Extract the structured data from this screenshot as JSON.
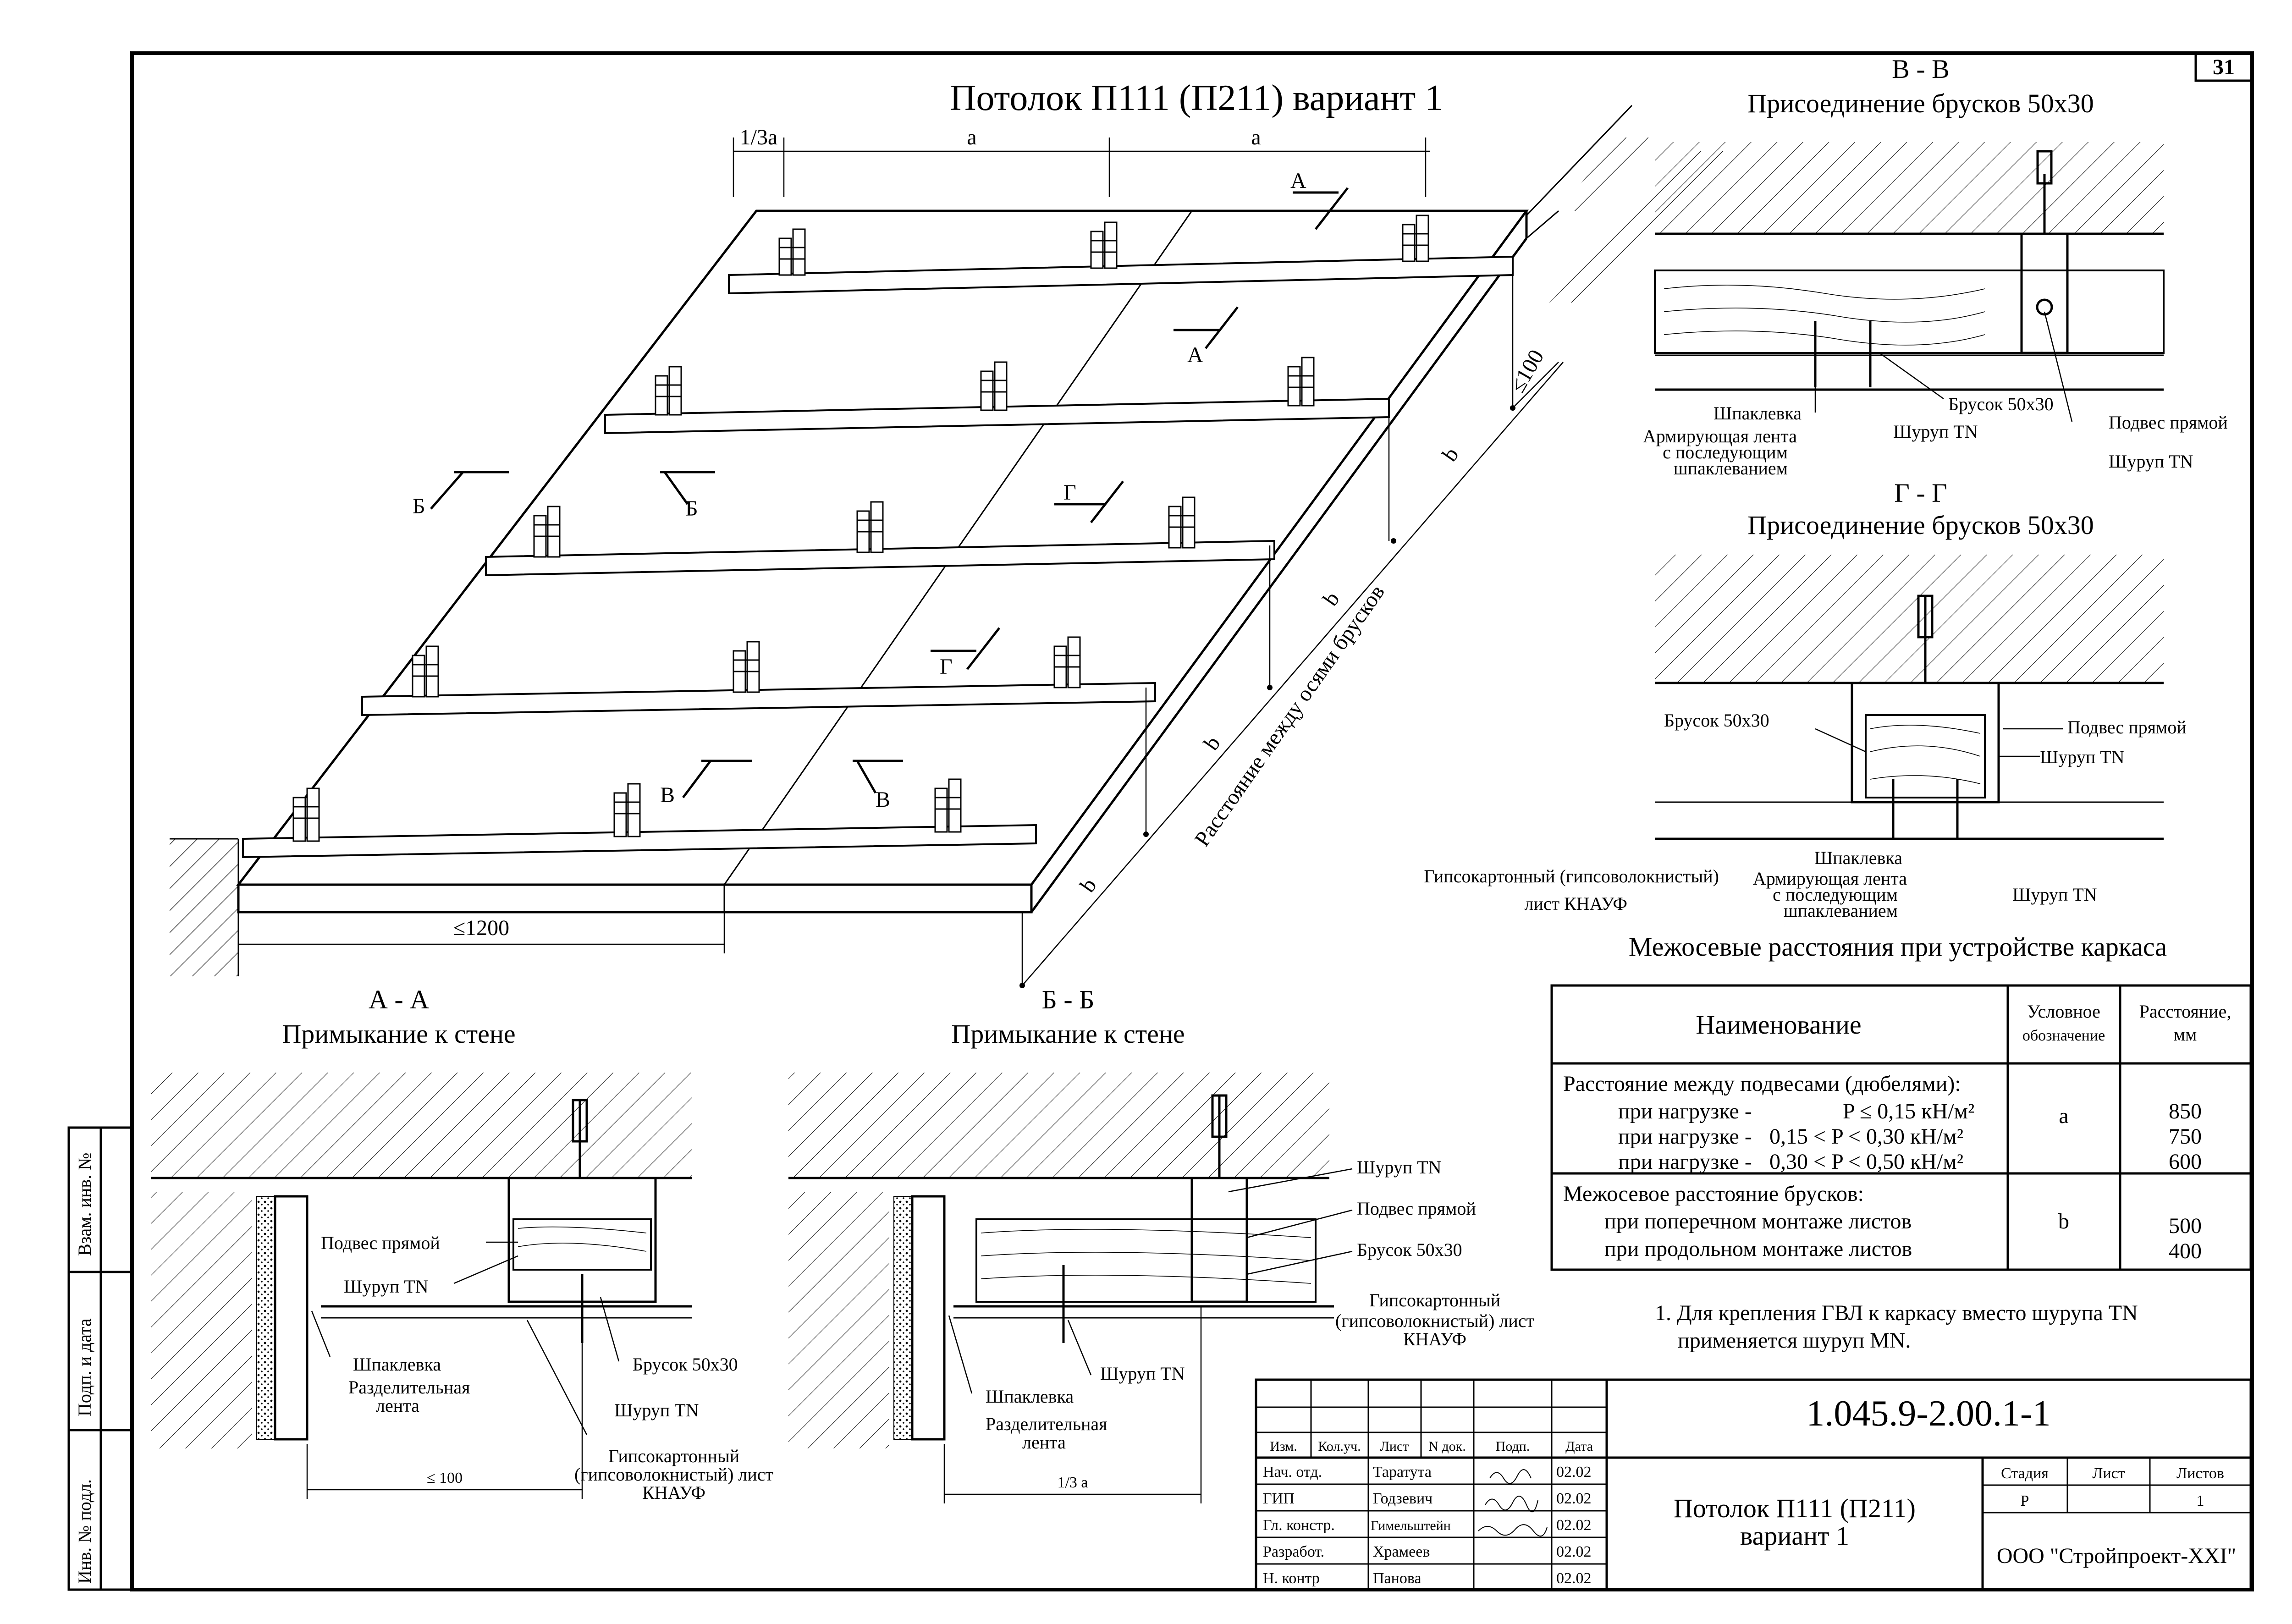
{
  "sheet_number": "31",
  "main": {
    "title": "Потолок П111 (П211) вариант 1",
    "dims": {
      "third_a": "1/3a",
      "a": "a",
      "le100": "≤100",
      "b": "b",
      "le1200": "≤1200"
    },
    "spacing_label": "Расстояние между осями брусков",
    "cuts": {
      "A": "А",
      "B": "Б",
      "V": "В",
      "G": "Г"
    }
  },
  "section_vv": {
    "title": "В - В",
    "subtitle": "Присоединение брусков 50х30",
    "labels": {
      "shpaklevka": "Шпаклевка",
      "tape": [
        "Армирующая лента",
        "с последующим",
        "шпаклеванием"
      ],
      "brusok": "Брусок 50х30",
      "shurup": "Шуруп TN",
      "podves": "Подвес прямой",
      "shurup2": "Шуруп TN"
    }
  },
  "section_gg": {
    "title": "Г - Г",
    "subtitle": "Присоединение брусков 50х30",
    "labels": {
      "brusok": "Брусок 50х30",
      "podves": "Подвес прямой",
      "shurup": "Шуруп TN",
      "shpaklevka": "Шпаклевка",
      "tape": [
        "Армирующая лента",
        "с последующим",
        "шпаклеванием"
      ],
      "shurup2": "Шуруп TN",
      "gkl": [
        "Гипсокартонный (гипсоволокнистый)",
        "лист КНАУФ"
      ]
    }
  },
  "section_aa": {
    "title": "А - А",
    "subtitle": "Примыкание к стене",
    "labels": {
      "podves": "Подвес прямой",
      "shurup": "Шуруп TN",
      "shpaklevka": "Шпаклевка",
      "tape": [
        "Разделительная",
        "лента"
      ],
      "brusok": "Брусок 50х30",
      "shurup2": "Шуруп TN",
      "gkl": [
        "Гипсокартонный",
        "(гипсоволокнистый) лист",
        "КНАУФ"
      ],
      "dim": "≤ 100"
    }
  },
  "section_bb": {
    "title": "Б - Б",
    "subtitle": "Примыкание к стене",
    "labels": {
      "shurup_top": "Шуруп TN",
      "podves": "Подвес прямой",
      "brusok": "Брусок 50х30",
      "gkl": [
        "Гипсокартонный",
        "(гипсоволокнистый) лист",
        "КНАУФ"
      ],
      "shurup": "Шуруп TN",
      "shpaklevka": "Шпаклевка",
      "tape": [
        "Разделительная",
        "лента"
      ],
      "dim": "1/3 а"
    }
  },
  "spacing_table": {
    "title": "Межосевые расстояния при устройстве каркаса",
    "headers": {
      "name": "Наименование",
      "symbol": [
        "Условное",
        "обозначение"
      ],
      "distance": [
        "Расстояние,",
        "мм"
      ]
    },
    "group1": {
      "head": "Расстояние между подвесами (дюбелями):",
      "rows": [
        {
          "label": "при нагрузке -",
          "cond": "P ≤ 0,15 кН/м²",
          "value": "850"
        },
        {
          "label": "при нагрузке -",
          "cond": "0,15 < P < 0,30 кН/м²",
          "value": "750"
        },
        {
          "label": "при нагрузке -",
          "cond": "0,30 < P < 0,50 кН/м²",
          "value": "600"
        }
      ],
      "symbol": "a"
    },
    "group2": {
      "head": "Межосевое расстояние брусков:",
      "rows": [
        {
          "label": "при поперечном монтаже листов",
          "value": "500"
        },
        {
          "label": "при продольном монтаже листов",
          "value": "400"
        }
      ],
      "symbol": "b"
    }
  },
  "note": [
    "1. Для крепления ГВЛ к каркасу вместо шурупа TN",
    "применяется шуруп MN."
  ],
  "side_stamp": [
    "Взам. инв. №",
    "Подп. и дата",
    "Инв. № подл."
  ],
  "title_block": {
    "code": "1.045.9-2.00.1-1",
    "headers": [
      "Изм.",
      "Кол.уч.",
      "Лист",
      "N док.",
      "Подп.",
      "Дата"
    ],
    "rows": [
      {
        "role": "Нач. отд.",
        "name": "Таратута",
        "date": "02.02"
      },
      {
        "role": "ГИП",
        "name": "Годзевич",
        "date": "02.02"
      },
      {
        "role": "Гл. констр.",
        "name": "Гимельштейн",
        "date": "02.02"
      },
      {
        "role": "Разработ.",
        "name": "Храмеев",
        "date": "02.02"
      },
      {
        "role": "Н. контр",
        "name": "Панова",
        "date": "02.02"
      }
    ],
    "doc_title": [
      "Потолок П111 (П211)",
      "вариант 1"
    ],
    "stage_headers": [
      "Стадия",
      "Лист",
      "Листов"
    ],
    "stage_values": [
      "Р",
      "",
      "1"
    ],
    "org": "ООО \"Стройпроект-XXI\""
  }
}
